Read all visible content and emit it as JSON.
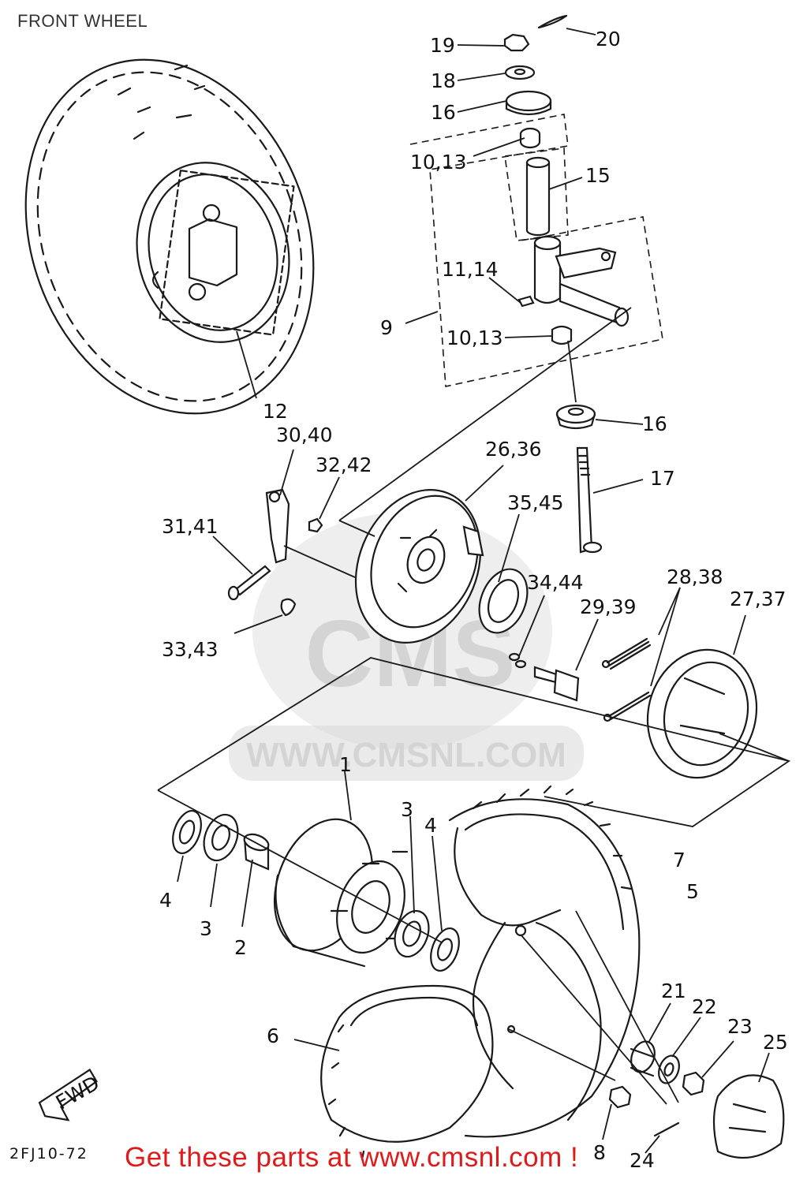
{
  "title": "FRONT WHEEL",
  "watermark": {
    "logo_text": "CMS",
    "url_text": "WWW.CMSNL.COM"
  },
  "fwd_label": "FWD",
  "diagram_code": "2FJ10-72",
  "footer_text": "Get these parts at www.cmsnl.com !",
  "callouts": {
    "c19": "19",
    "c20": "20",
    "c18": "18",
    "c16a": "16",
    "c10_13a": "10,13",
    "c15": "15",
    "c11_14": "11,14",
    "c9": "9",
    "c10_13b": "10,13",
    "c12": "12",
    "c16b": "16",
    "c17": "17",
    "c30_40": "30,40",
    "c32_42": "32,42",
    "c26_36": "26,36",
    "c31_41": "31,41",
    "c35_45": "35,45",
    "c34_44": "34,44",
    "c28_38": "28,38",
    "c29_39": "29,39",
    "c27_37": "27,37",
    "c33_43": "33,43",
    "c1": "1",
    "c3a": "3",
    "c4a": "4",
    "c4b": "4",
    "c3b": "3",
    "c2": "2",
    "c7": "7",
    "c5": "5",
    "c6": "6",
    "c21": "21",
    "c22": "22",
    "c23": "23",
    "c25": "25",
    "c8": "8",
    "c24": "24"
  },
  "colors": {
    "line": "#1a1a1a",
    "watermark": "#d9d9d9",
    "footer": "#e01a1a"
  }
}
